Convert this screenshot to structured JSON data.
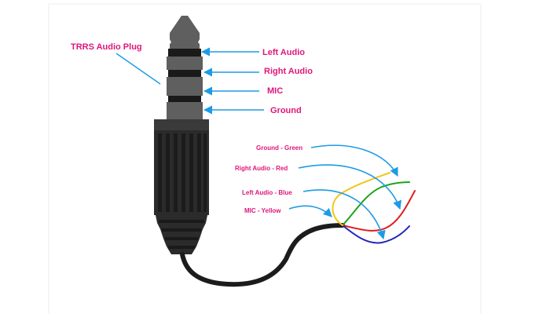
{
  "diagram": {
    "title": "TRRS Audio Plug",
    "segments": [
      {
        "key": "tip",
        "label": "Left Audio"
      },
      {
        "key": "ring1",
        "label": "Right Audio"
      },
      {
        "key": "ring2",
        "label": "MIC"
      },
      {
        "key": "sleeve",
        "label": "Ground"
      }
    ],
    "wires": [
      {
        "key": "ground",
        "label": "Ground - Green",
        "color": "#1aa51a"
      },
      {
        "key": "right",
        "label": "Right Audio - Red",
        "color": "#e01b1b"
      },
      {
        "key": "left",
        "label": "Left Audio - Blue",
        "color": "#2424b8"
      },
      {
        "key": "mic",
        "label": "MIC - Yellow",
        "color": "#f2c51b"
      }
    ],
    "colors": {
      "label_text": "#e0157a",
      "arrow": "#1e9be6",
      "plug_body": "#2b2b2b",
      "plug_metal": "#5f5f5f",
      "frame": "#ececec"
    }
  }
}
